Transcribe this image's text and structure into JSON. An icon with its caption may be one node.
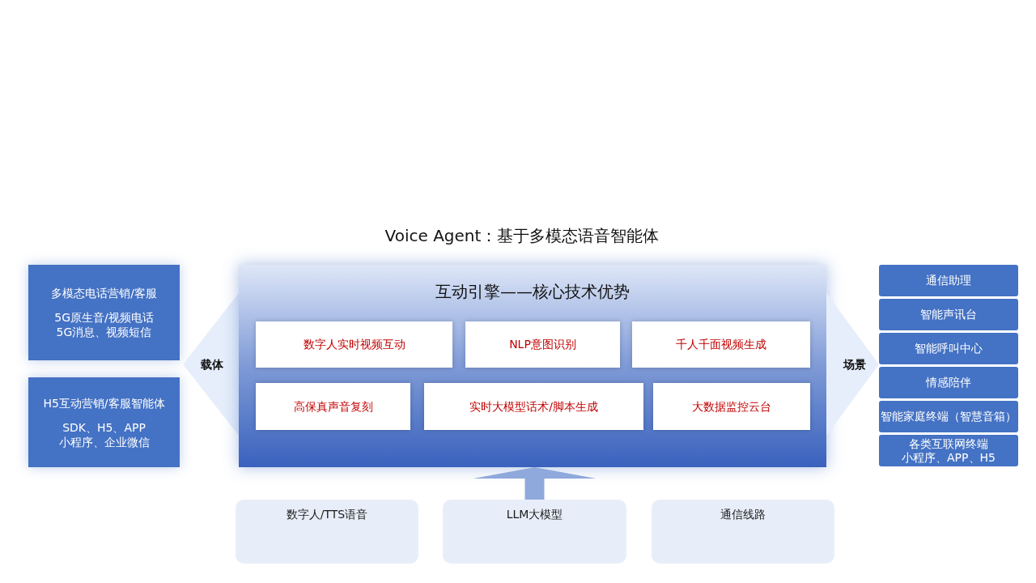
{
  "diagram": {
    "title": "Voice Agent：基于多模态语音智能体",
    "nodes": [
      {
        "text": [
          "多模态电话营销/客服",
          "5G原生音/视频电话 5G消息、视频短信"
        ]
      },
      {
        "text": [
          "H5互动营销/客服智能体",
          "SDK、H5、APP 小程序、企业微信"
        ]
      },
      {
        "text": [
          "载体"
        ]
      },
      {
        "text": [
          "互动引擎——核心技术优势"
        ]
      },
      {
        "text": [
          "数字人实时视频互动"
        ],
        "in": 3
      },
      {
        "text": [
          "NLP意图识别"
        ],
        "in": 3
      },
      {
        "text": [
          "千人千面视频生成"
        ],
        "in": 3
      },
      {
        "text": [
          "高保真声音复刻"
        ],
        "in": 3
      },
      {
        "text": [
          "实时大模型话术/脚本生成"
        ],
        "in": 3
      },
      {
        "text": [
          "大数据监控云台"
        ],
        "in": 3
      },
      {
        "text": [
          "场景"
        ]
      },
      {
        "text": [
          "通信助理"
        ]
      },
      {
        "text": [
          "智能声讯台"
        ]
      },
      {
        "text": [
          "智能呼叫中心"
        ]
      },
      {
        "text": [
          "情感陪伴"
        ]
      },
      {
        "text": [
          "智能家庭终端（智慧音箱）"
        ]
      },
      {
        "text": [
          "各类互联网终端",
          "小程序、APP、H5"
        ]
      },
      {
        "text": [
          "数字人/TTS语音"
        ]
      },
      {
        "text": [
          "LLM大模型"
        ]
      },
      {
        "text": [
          "通信线路"
        ]
      }
    ],
    "edges": [
      {
        "from": 18,
        "to": 3,
        "arrow": "to",
        "style": "thick"
      }
    ]
  }
}
